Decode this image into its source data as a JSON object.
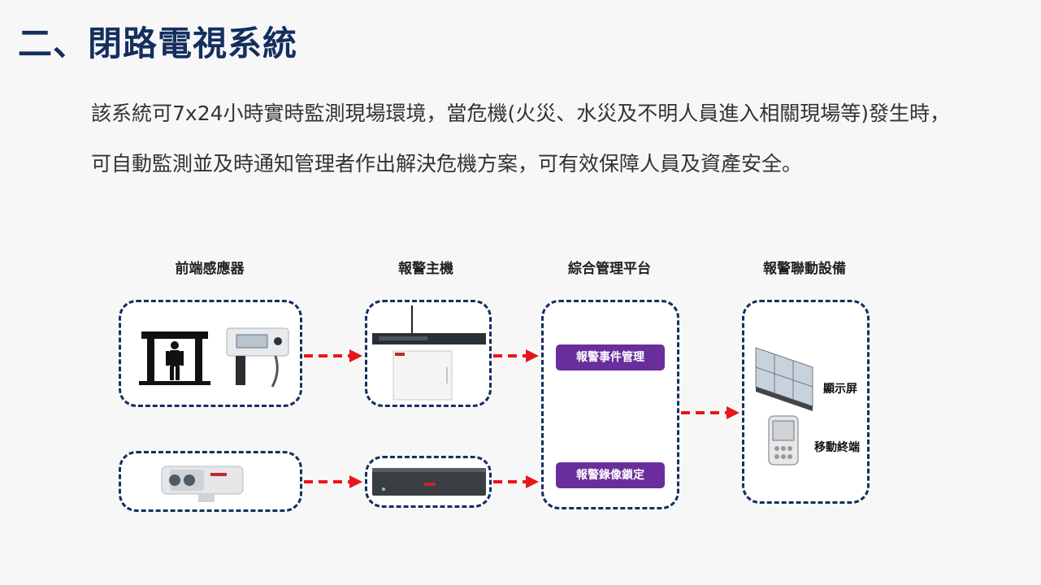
{
  "title": "二、閉路電視系統",
  "description": {
    "line1": "該系統可7x24小時實時監測現場環境，當危機(火災、水災及不明人員進入相關現場等)發生時，",
    "line2": "可自動監測並及時通知管理者作出解決危機方案，可有效保障人員及資產安全。"
  },
  "columns": {
    "sensors": "前端感應器",
    "alarm_host": "報警主機",
    "platform": "綜合管理平台",
    "linked_devices": "報警聯動設備"
  },
  "platform": {
    "event_management": "報警事件管理",
    "recording_lock": "報警錄像鎖定"
  },
  "devices": {
    "display": "顯示屏",
    "mobile": "移動終端"
  },
  "colors": {
    "title": "#142f5e",
    "box_border": "#142f5e",
    "arrow": "#e8161b",
    "pill": "#6a2e9c"
  }
}
